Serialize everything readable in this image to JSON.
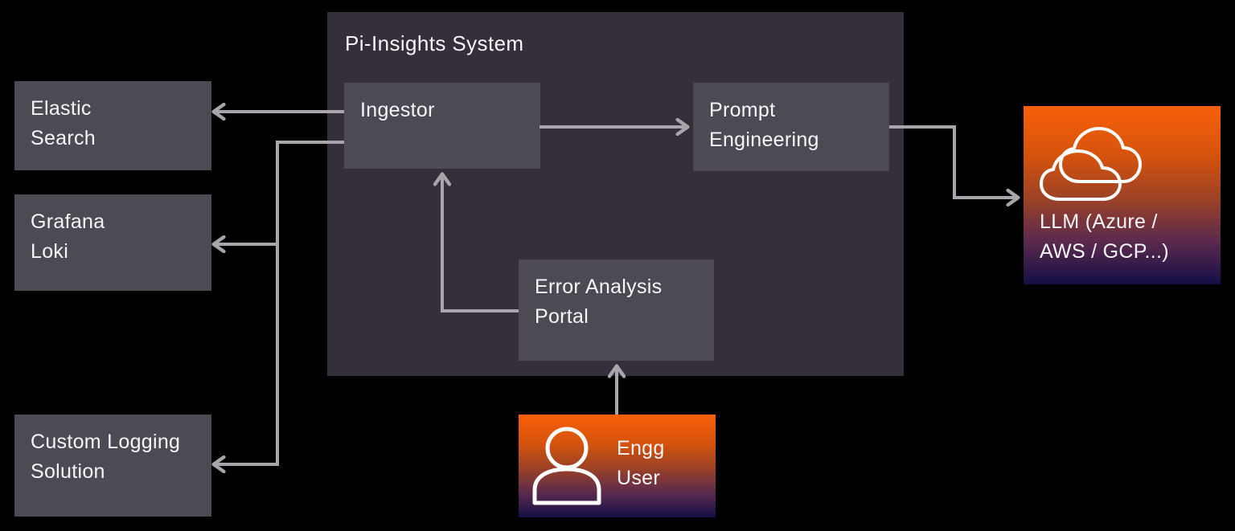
{
  "system": {
    "title": "Pi-Insights System",
    "nodes": {
      "ingestor": {
        "label": "Ingestor"
      },
      "prompt_engineering": {
        "label": "Prompt\nEngineering"
      },
      "error_analysis_portal": {
        "label": "Error Analysis\nPortal"
      }
    }
  },
  "log_sinks": {
    "elastic_search": {
      "label": "Elastic\nSearch"
    },
    "grafana_loki": {
      "label": "Grafana\nLoki"
    },
    "custom_logging": {
      "label": "Custom Logging\nSolution"
    }
  },
  "cloud": {
    "llm": {
      "label": "LLM (Azure /\nAWS / GCP...)",
      "icon": "cloud-icon"
    }
  },
  "actors": {
    "engg_user": {
      "label": "Engg\nUser",
      "icon": "person-icon"
    }
  },
  "edges": [
    {
      "from": "ingestor",
      "to": "elastic_search"
    },
    {
      "from": "ingestor",
      "to": "grafana_loki"
    },
    {
      "from": "ingestor",
      "to": "custom_logging"
    },
    {
      "from": "ingestor",
      "to": "prompt_engineering"
    },
    {
      "from": "prompt_engineering",
      "to": "llm"
    },
    {
      "from": "error_analysis_portal",
      "to": "ingestor"
    },
    {
      "from": "engg_user",
      "to": "error_analysis_portal"
    }
  ],
  "colors": {
    "background": "#000000",
    "system_container": "#342f3a",
    "node": "#4e4a54",
    "connector": "#a8a5ab",
    "text": "#f7f5f7",
    "gradient_top": "#f8600a",
    "gradient_bottom": "#140f45"
  }
}
